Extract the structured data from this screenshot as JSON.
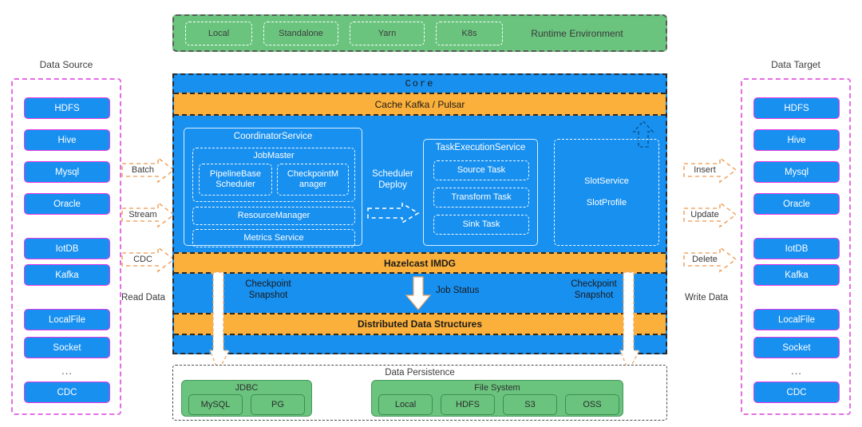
{
  "runtime": {
    "label": "Runtime Environment",
    "chips": [
      "Local",
      "Standalone",
      "Yarn",
      "K8s"
    ]
  },
  "data_source": {
    "title": "Data Source",
    "items": [
      "HDFS",
      "Hive",
      "Mysql",
      "Oracle",
      "IotDB",
      "Kafka",
      "LocalFile",
      "Socket",
      "CDC"
    ],
    "ellipsis": "...",
    "note": "Read Data",
    "arrows": [
      "Batch",
      "Stream",
      "CDC"
    ]
  },
  "data_target": {
    "title": "Data Target",
    "items": [
      "HDFS",
      "Hive",
      "Mysql",
      "Oracle",
      "IotDB",
      "Kafka",
      "LocalFile",
      "Socket",
      "CDC"
    ],
    "ellipsis": "...",
    "note": "Write Data",
    "arrows": [
      "Insert",
      "Update",
      "Delete"
    ]
  },
  "core": {
    "title": "Core",
    "cache_band": "Cache Kafka / Pulsar",
    "hazelcast_band": "Hazelcast IMDG",
    "distributed_band": "Distributed Data Structures",
    "coordinator": {
      "title": "CoordinatorService",
      "jobmaster": {
        "title": "JobMaster",
        "children": [
          "PipelineBase Scheduler",
          "CheckpointM anager"
        ]
      },
      "resource_manager": "ResourceManager",
      "metrics_service": "Metrics Service"
    },
    "scheduler_deploy": "Scheduler Deploy",
    "task_execution": {
      "title": "TaskExecutionService",
      "tasks": [
        "Source Task",
        "Transform Task",
        "Sink Task"
      ]
    },
    "slot": {
      "service": "SlotService",
      "profile": "SlotProfile"
    },
    "job_status": "Job Status",
    "checkpoint_left": "Checkpoint Snapshot",
    "checkpoint_right": "Checkpoint Snapshot"
  },
  "persistence": {
    "title": "Data Persistence",
    "jdbc": {
      "title": "JDBC",
      "items": [
        "MySQL",
        "PG"
      ]
    },
    "filesystem": {
      "title": "File System",
      "items": [
        "Local",
        "HDFS",
        "S3",
        "OSS"
      ]
    }
  },
  "colors": {
    "blue": "#1890f0",
    "orange": "#fbb03b",
    "green": "#6ac47e",
    "magenta": "#e838e8",
    "arrow_orange": "#f0a868"
  }
}
